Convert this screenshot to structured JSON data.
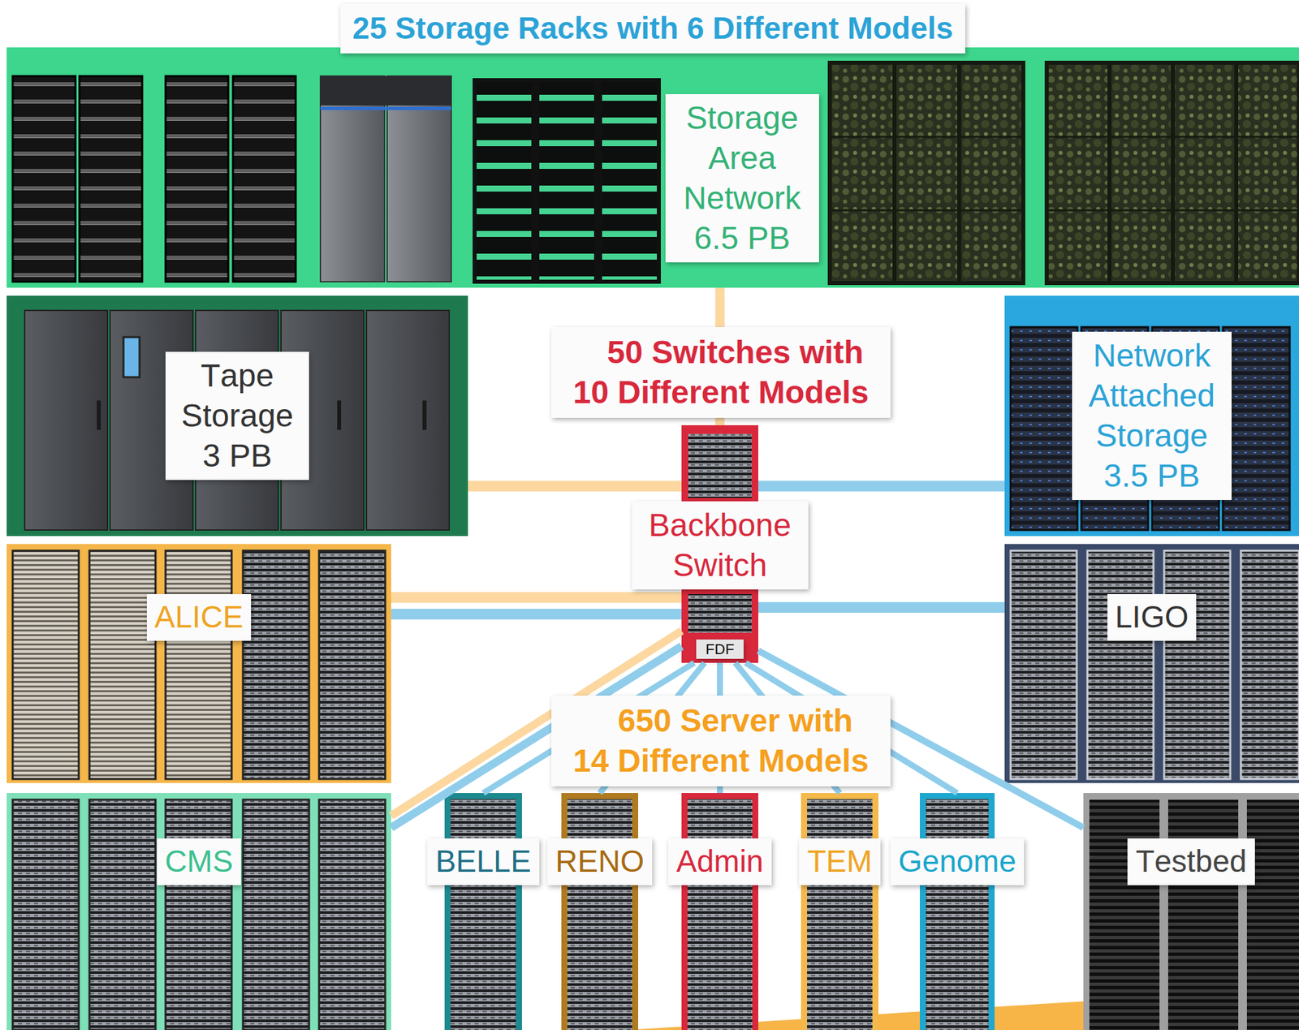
{
  "diagram": {
    "nodes": [
      {
        "text": [
          "25 Storage Racks with 6 Different Models"
        ]
      },
      {
        "text": [
          "Storage Area Network 6.5 PB"
        ],
        "in": 0
      },
      {
        "text": [
          "Tape Storage 3 PB"
        ]
      },
      {
        "text": [
          "Network Attached Storage 3.5 PB"
        ]
      },
      {
        "text": [
          "Backbone Switch",
          "FDF"
        ]
      },
      {
        "text": [
          "ALICE"
        ]
      },
      {
        "text": [
          "LIGO"
        ]
      },
      {
        "text": [
          "CMS"
        ]
      },
      {
        "text": [
          "BELLE"
        ]
      },
      {
        "text": [
          "RENO"
        ]
      },
      {
        "text": [
          "Admin"
        ]
      },
      {
        "text": [
          "TEM"
        ]
      },
      {
        "text": [
          "Genome"
        ]
      },
      {
        "text": [
          "Testbed"
        ]
      }
    ],
    "edges": [
      {
        "from": 4,
        "to": 0,
        "arrow": "none"
      },
      {
        "from": 4,
        "to": 2,
        "arrow": "none"
      },
      {
        "from": 4,
        "to": 3,
        "arrow": "none"
      },
      {
        "from": 4,
        "to": 5,
        "arrow": "none"
      },
      {
        "from": 4,
        "to": 5,
        "arrow": "none"
      },
      {
        "from": 4,
        "to": 6,
        "arrow": "none"
      },
      {
        "from": 4,
        "to": 7,
        "arrow": "none"
      },
      {
        "from": 4,
        "to": 7,
        "arrow": "none"
      },
      {
        "from": 4,
        "to": 8,
        "arrow": "none"
      },
      {
        "from": 4,
        "to": 9,
        "arrow": "none"
      },
      {
        "from": 4,
        "to": 10,
        "arrow": "none"
      },
      {
        "from": 4,
        "to": 11,
        "arrow": "none"
      },
      {
        "from": 4,
        "to": 12,
        "arrow": "none"
      },
      {
        "from": 4,
        "to": 13,
        "arrow": "none"
      }
    ],
    "labels": [
      "50 Switches with 10 Different Models",
      "650 Server with 14 Different Models"
    ]
  }
}
